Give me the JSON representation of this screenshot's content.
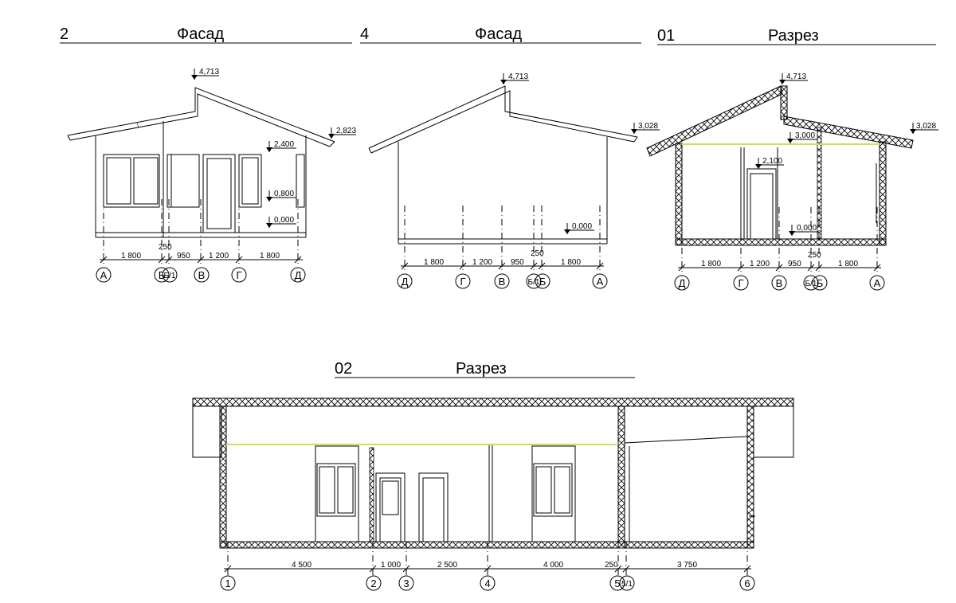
{
  "views": [
    {
      "id": "v1",
      "number": "2",
      "title": "Фасад",
      "elevations": [
        "4,713",
        "2,823",
        "2,400",
        "0,800",
        "0,000"
      ],
      "dims": [
        "1 800",
        "250",
        "950",
        "1 200",
        "1 800"
      ],
      "axes": [
        "А",
        "Б",
        "Б/1",
        "В",
        "Г",
        "Д"
      ]
    },
    {
      "id": "v2",
      "number": "4",
      "title": "Фасад",
      "elevations": [
        "4,713",
        "3,028",
        "0,000"
      ],
      "dims": [
        "1 800",
        "1 200",
        "950",
        "250",
        "1 800"
      ],
      "axes": [
        "Д",
        "Г",
        "В",
        "Б/1",
        "Б",
        "А"
      ]
    },
    {
      "id": "v3",
      "number": "01",
      "title": "Разрез",
      "elevations": [
        "4,713",
        "3,028",
        "3,000",
        "2,100",
        "0,000"
      ],
      "dims": [
        "1 800",
        "1 200",
        "950",
        "250",
        "1 800"
      ],
      "axes": [
        "Д",
        "Г",
        "В",
        "Б/1",
        "Б",
        "А"
      ]
    },
    {
      "id": "v4",
      "number": "02",
      "title": "Разрез",
      "elevations": [],
      "dims": [
        "4 500",
        "1 000",
        "2 500",
        "4 000",
        "250",
        "3 750"
      ],
      "axes": [
        "1",
        "2",
        "3",
        "4",
        "5",
        "5/1",
        "6"
      ]
    }
  ]
}
